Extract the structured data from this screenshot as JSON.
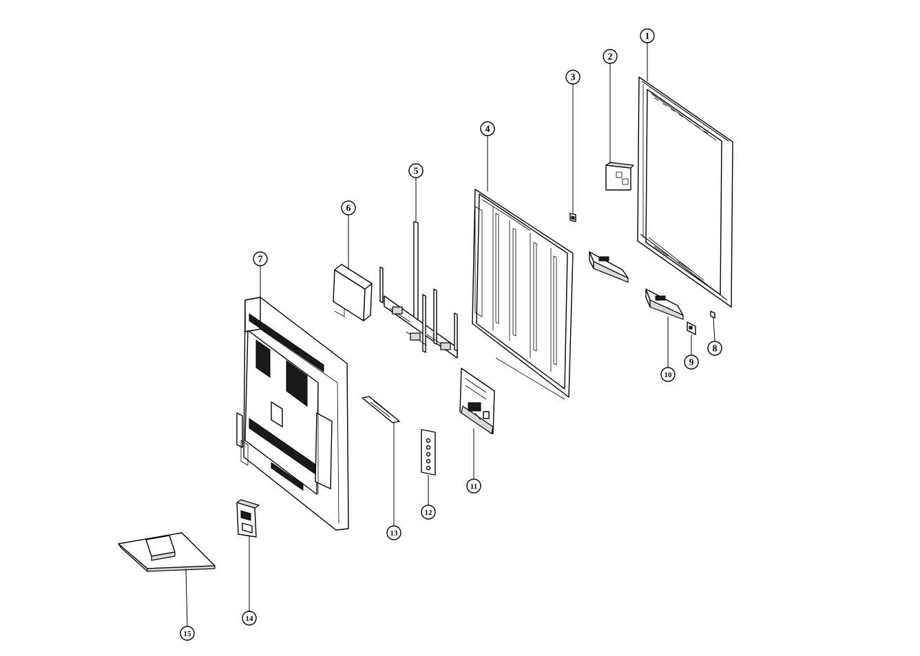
{
  "diagram": {
    "callouts": [
      {
        "id": "1",
        "label": "1"
      },
      {
        "id": "2",
        "label": "2"
      },
      {
        "id": "3",
        "label": "3"
      },
      {
        "id": "4",
        "label": "4"
      },
      {
        "id": "5",
        "label": "5"
      },
      {
        "id": "6",
        "label": "6"
      },
      {
        "id": "7",
        "label": "7"
      },
      {
        "id": "8",
        "label": "8"
      },
      {
        "id": "9",
        "label": "9"
      },
      {
        "id": "10",
        "label": "10"
      },
      {
        "id": "11",
        "label": "11"
      },
      {
        "id": "12",
        "label": "12"
      },
      {
        "id": "13",
        "label": "13"
      },
      {
        "id": "14",
        "label": "14"
      },
      {
        "id": "15",
        "label": "15"
      }
    ],
    "colors": {
      "ink": "#000000",
      "paper": "#ffffff",
      "shade": "#d9d9d9"
    }
  }
}
